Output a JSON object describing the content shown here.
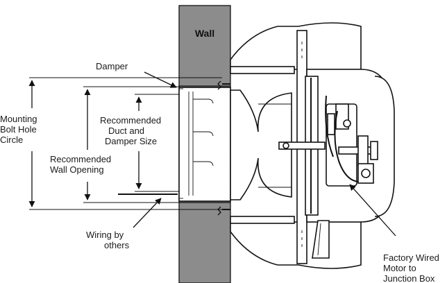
{
  "labels": {
    "wall": "Wall",
    "damper": "Damper",
    "mounting": [
      "Mounting",
      "Bolt Hole",
      "Circle"
    ],
    "recommended_duct": [
      "Recommended",
      "Duct and",
      "Damper Size"
    ],
    "recommended_wall": [
      "Recommended",
      "Wall Opening"
    ],
    "wiring": [
      "Wiring by",
      "others"
    ],
    "factory": [
      "Factory Wired",
      "Motor to",
      "Junction Box"
    ]
  },
  "colors": {
    "wall_fill": "#8c8c8c",
    "line": "#111111",
    "background": "#ffffff"
  }
}
